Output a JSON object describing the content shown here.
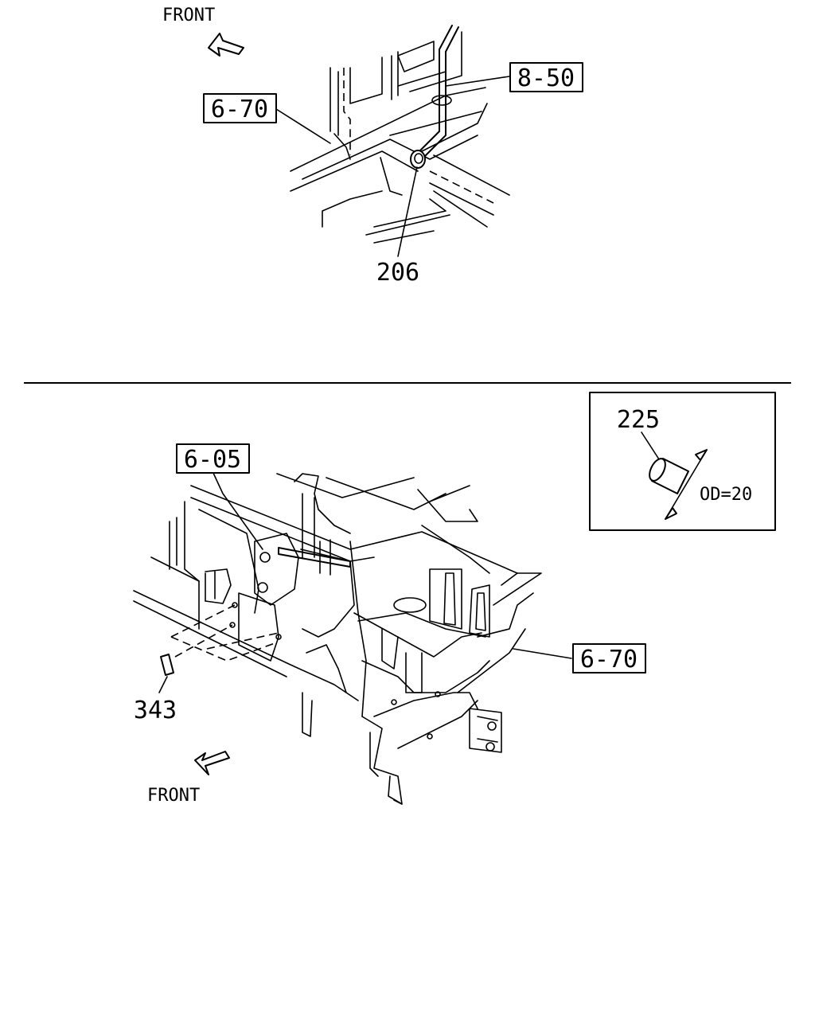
{
  "top_view": {
    "front_label": "FRONT",
    "refs": [
      "8-50",
      "6-70"
    ],
    "part_number": "206"
  },
  "bottom_view": {
    "refs": [
      "6-05",
      "6-70"
    ],
    "part_number": "343",
    "front_label": "FRONT",
    "detail": {
      "part_number": "225",
      "dimension": "OD=20"
    }
  }
}
